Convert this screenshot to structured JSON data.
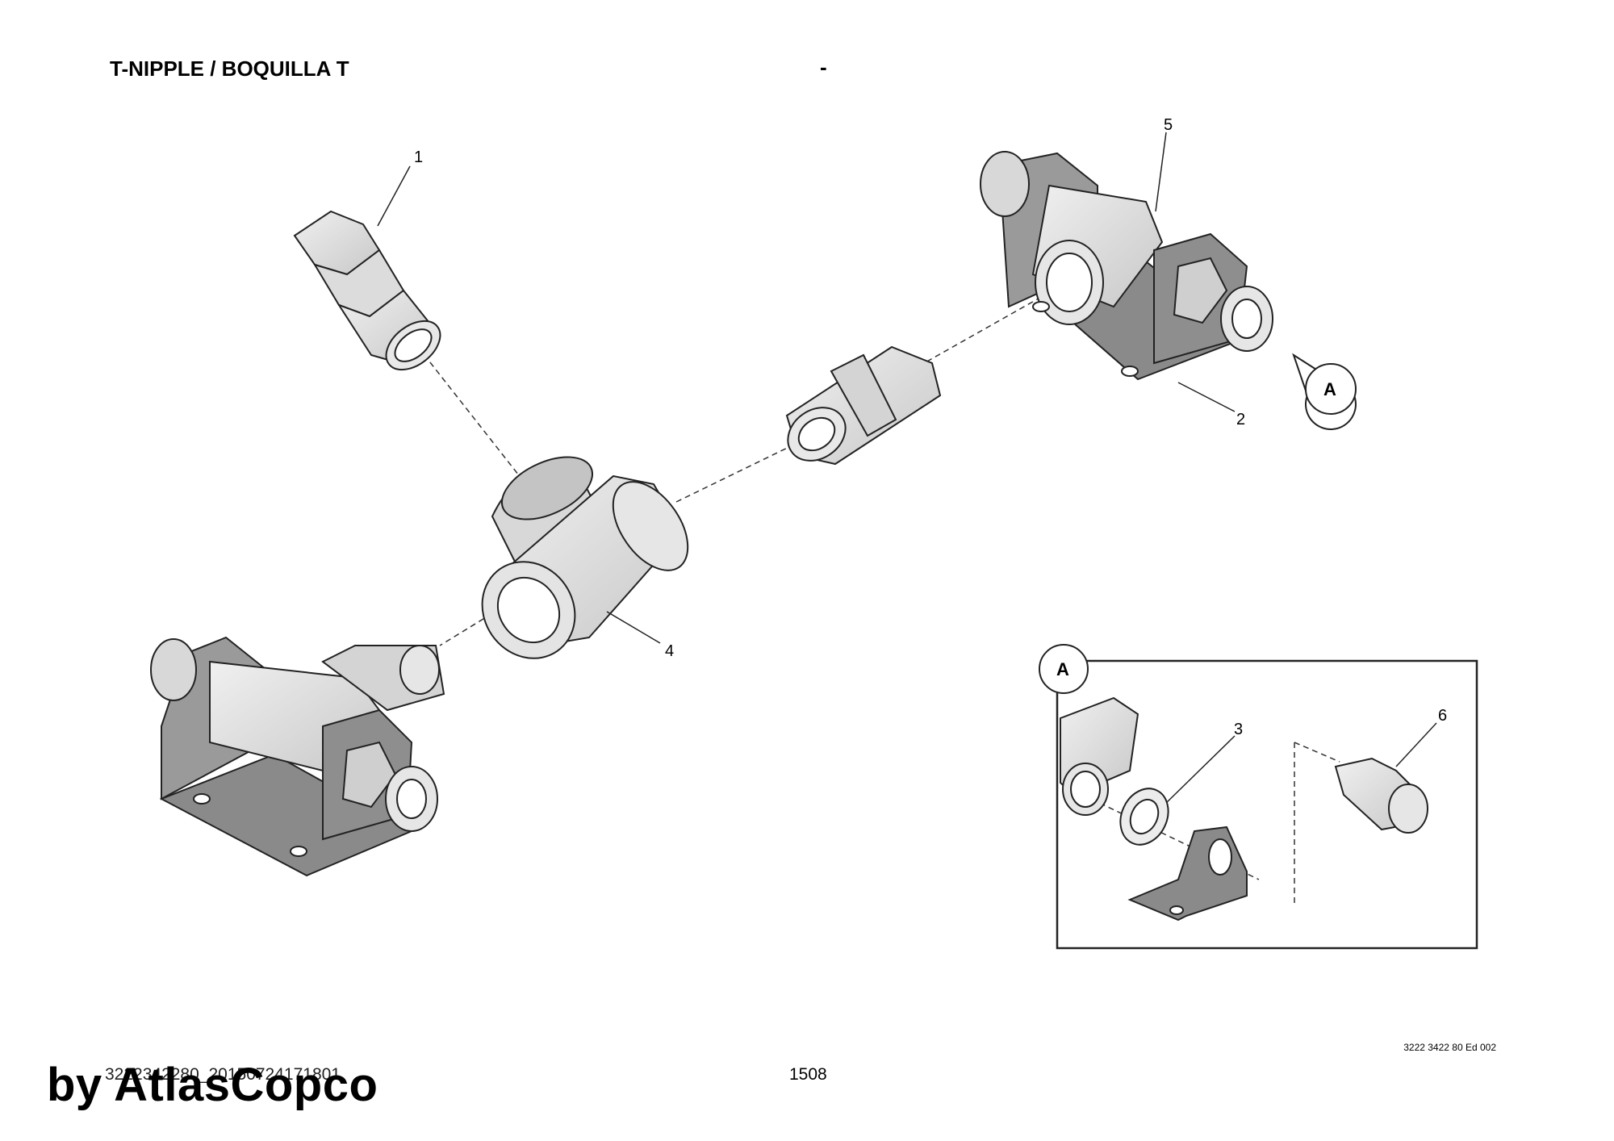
{
  "header": {
    "title": "T-NIPPLE / BOQUILLA T",
    "dash": "-"
  },
  "callouts": {
    "c1": "1",
    "c2": "2",
    "c3": "3",
    "c4": "4",
    "c5": "5",
    "c6": "6"
  },
  "detail": {
    "label_main": "A",
    "label_inset": "A"
  },
  "footer": {
    "ref": "3222 3422 80 Ed 002",
    "doc_number": "3222342280_20150724171801",
    "page": "1508",
    "watermark": "by AtlasCopco"
  }
}
